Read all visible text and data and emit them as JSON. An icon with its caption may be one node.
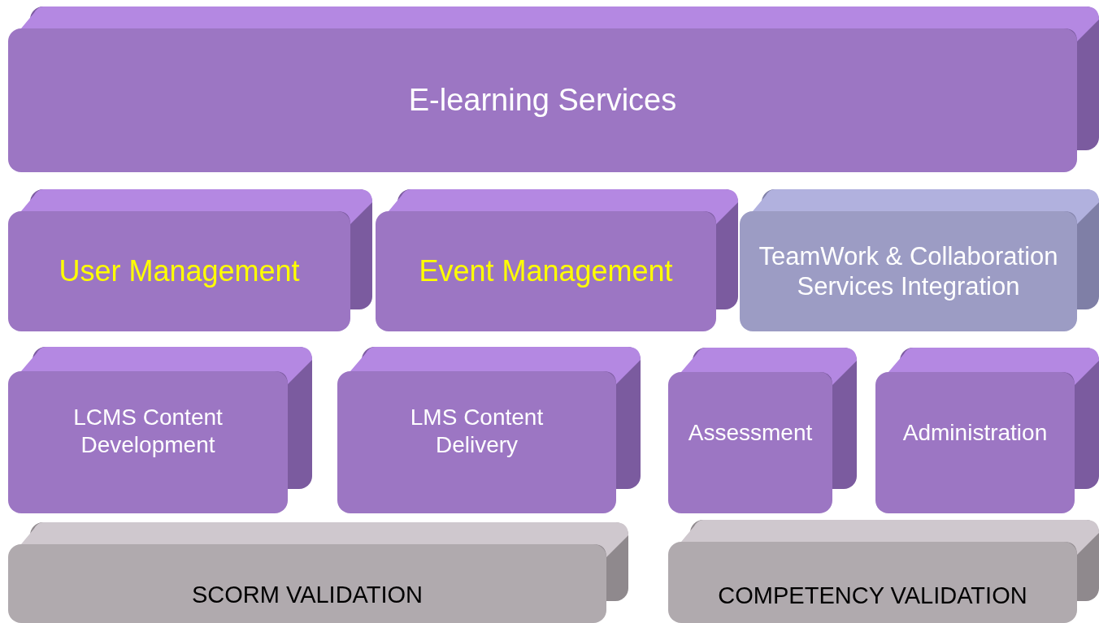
{
  "diagram": {
    "nodes": [
      {
        "text": [
          "E-learning Services"
        ]
      },
      {
        "text": [
          "User Management"
        ]
      },
      {
        "text": [
          "Event Management"
        ]
      },
      {
        "text": [
          "TeamWork & Collaboration Services Integration"
        ]
      },
      {
        "text": [
          "LCMS Content Development"
        ]
      },
      {
        "text": [
          "LMS Content Delivery"
        ]
      },
      {
        "text": [
          "Assessment"
        ]
      },
      {
        "text": [
          "Administration"
        ]
      },
      {
        "text": [
          "SCORM VALIDATION"
        ]
      },
      {
        "text": [
          "COMPETENCY VALIDATION"
        ]
      }
    ]
  }
}
